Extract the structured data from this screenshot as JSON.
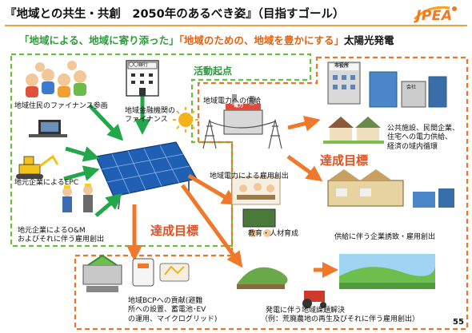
{
  "title": "『地域との共生・共創　2050年のあるべき姿』（目指すゴール）",
  "brand": {
    "logo_text": "JPEA"
  },
  "subtitle": {
    "part1": "「地域による、地域に寄り添った」",
    "part2": "「地域のための、地域を豊かにする」",
    "part3": "太陽光発電"
  },
  "labels": {
    "start_point": "活動起点",
    "goal_right": "達成目標",
    "goal_bottom": "達成目標",
    "residents_finance": "地域住民のファイナンス参画",
    "bank_finance_1": "地域金融機関の",
    "bank_finance_2": "ファイナンス",
    "local_epc": "地元企業によるEPC",
    "local_om_1": "地元企業によるO&M",
    "local_om_2": "およびそれに伴う雇用創出",
    "power_supply": "地域電力への供給",
    "power_jobs": "地域電力による雇用創出",
    "education": "教育・人材育成",
    "public_1": "公共施設、民間企業、",
    "public_2": "住宅への電力供給、",
    "public_3": "経済の域内循環",
    "business_invite": "供給に伴う企業誘致・雇用創出",
    "bcp_1": "地域BCPへの貢献(避難",
    "bcp_2": "所への設置、蓄電池･EV",
    "bcp_3": "の運用、マイクログリッド)",
    "regional_issue_1": "発電に伴う地域課題解決",
    "regional_issue_2": "（例：荒廃農地の再生及びそれに伴う雇用創出）",
    "bank_sign": "〇〇銀行",
    "city_hall_sign": "市役所",
    "power_sign": "電力",
    "company_sign": "会社"
  },
  "page_number": "55",
  "colors": {
    "green_arrow": "#22a84a",
    "orange_arrow": "#f0782a",
    "green_dash": "#6cbf3c",
    "orange_dash": "#e8772e",
    "goal_text": "#e6501e",
    "start_text": "#2a9a3a",
    "subtitle_green": "#2e9b3c",
    "subtitle_orange": "#e8620e"
  }
}
